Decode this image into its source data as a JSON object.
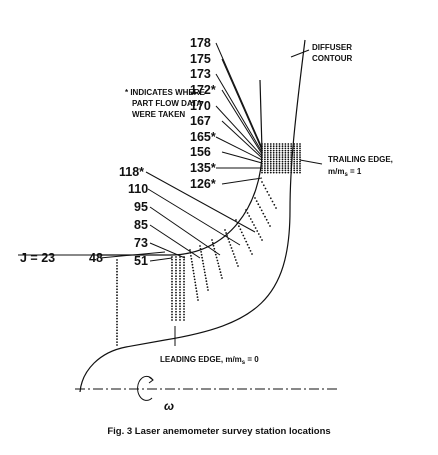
{
  "note": {
    "line1": "* INDICATES WHERE",
    "line2": "PART FLOW DATA",
    "line3": "WERE TAKEN"
  },
  "diffuser": {
    "line1": "DIFFUSER",
    "line2": "CONTOUR"
  },
  "trailing_edge": {
    "line1": "TRAILING EDGE,",
    "line2": "m/m",
    "sub": "s",
    "eq": " = 1"
  },
  "leading_edge": {
    "main": "LEADING EDGE, m/m",
    "sub": "s",
    "eq": " = 0"
  },
  "omega": "ω",
  "caption": "Fig. 3   Laser anemometer survey station locations",
  "stations_top": [
    "178",
    "175",
    "173",
    "172*",
    "170",
    "167",
    "165*",
    "156",
    "135*",
    "126*"
  ],
  "stations_left": [
    "118*",
    "110",
    "95",
    "85",
    "73",
    "51"
  ],
  "station_j": "J = 23",
  "station_48": "48",
  "colors": {
    "ink": "#111111",
    "background": "#ffffff"
  }
}
